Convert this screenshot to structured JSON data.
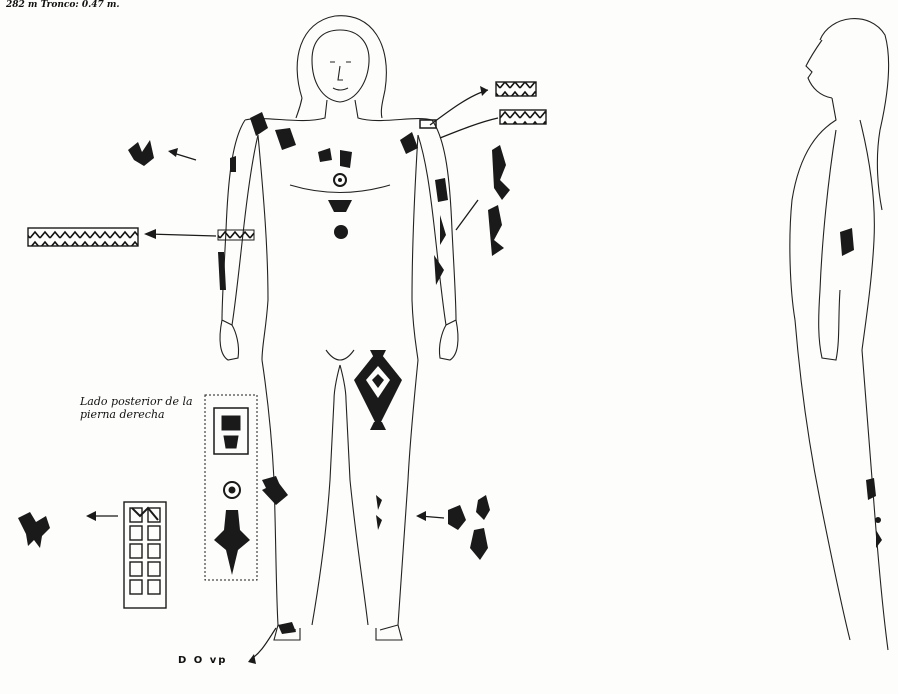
{
  "annotations": {
    "scale_note": "282 m  Tronco: 0.47 m.",
    "inset_label": "Lado posterior de la pierna derecha",
    "foot_code": "D O  vp"
  },
  "colors": {
    "ink": "#111111",
    "paper": "#fdfdfb",
    "tattoo": "#1a1a1a"
  },
  "figures": [
    "front-view",
    "side-view"
  ]
}
